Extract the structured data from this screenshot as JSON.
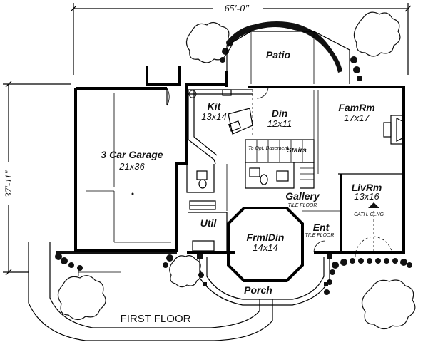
{
  "dimensions": {
    "width_label": "65'-0\"",
    "depth_label": "37'-11\""
  },
  "caption": "FIRST FLOOR",
  "rooms": {
    "patio": {
      "name": "Patio"
    },
    "kitchen": {
      "name": "Kit",
      "size": "13x14"
    },
    "dining": {
      "name": "Din",
      "size": "12x11"
    },
    "family": {
      "name": "FamRm",
      "size": "17x17"
    },
    "garage": {
      "name": "3 Car Garage",
      "size": "21x36"
    },
    "gallery": {
      "name": "Gallery",
      "note": "TILE FLOOR"
    },
    "living": {
      "name": "LivRm",
      "size": "13x16",
      "note": "CATH. CLNG."
    },
    "formal_dining": {
      "name": "FrmlDin",
      "size": "14x14"
    },
    "entry": {
      "name": "Ent",
      "note": "TILE FLOOR"
    },
    "utility": {
      "name": "Util"
    },
    "porch": {
      "name": "Porch"
    }
  },
  "labels": {
    "basement_note": "To Opt. Basement",
    "stairs": "Stairs"
  }
}
